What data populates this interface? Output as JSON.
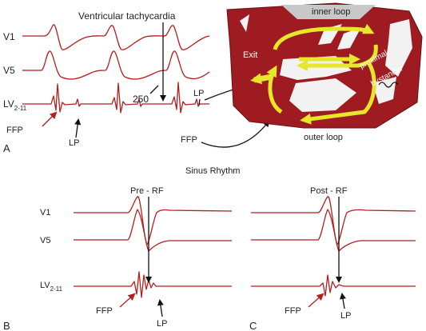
{
  "panel_a": {
    "letter": "A",
    "title": "Ventricular tachycardia",
    "leads": {
      "v1": "V1",
      "v5": "V5",
      "lv_main": "LV",
      "lv_sub": "2-11"
    },
    "interval": "250",
    "ffp_label": "FFP",
    "lp_label_left": "LP",
    "lp_label_right": "LP",
    "ffp_label_right": "FFP",
    "heart": {
      "inner_loop": "inner loop",
      "outer_loop": "outer loop",
      "exit": "Exit",
      "proximal": "proximal",
      "bystander": "bystander"
    }
  },
  "sinus_title": "Sinus Rhythm",
  "panel_b": {
    "letter": "B",
    "title": "Pre - RF",
    "v1": "V1",
    "v5": "V5",
    "lv_main": "LV",
    "lv_sub": "2-11",
    "ffp": "FFP",
    "lp": "LP"
  },
  "panel_c": {
    "letter": "C",
    "title": "Post - RF",
    "ffp": "FFP",
    "lp": "LP"
  },
  "colors": {
    "trace": "#b41e1e",
    "heart_red": "#9e1b22",
    "loop_yellow": "#e6e62a",
    "scar": "#f2f2f2"
  }
}
